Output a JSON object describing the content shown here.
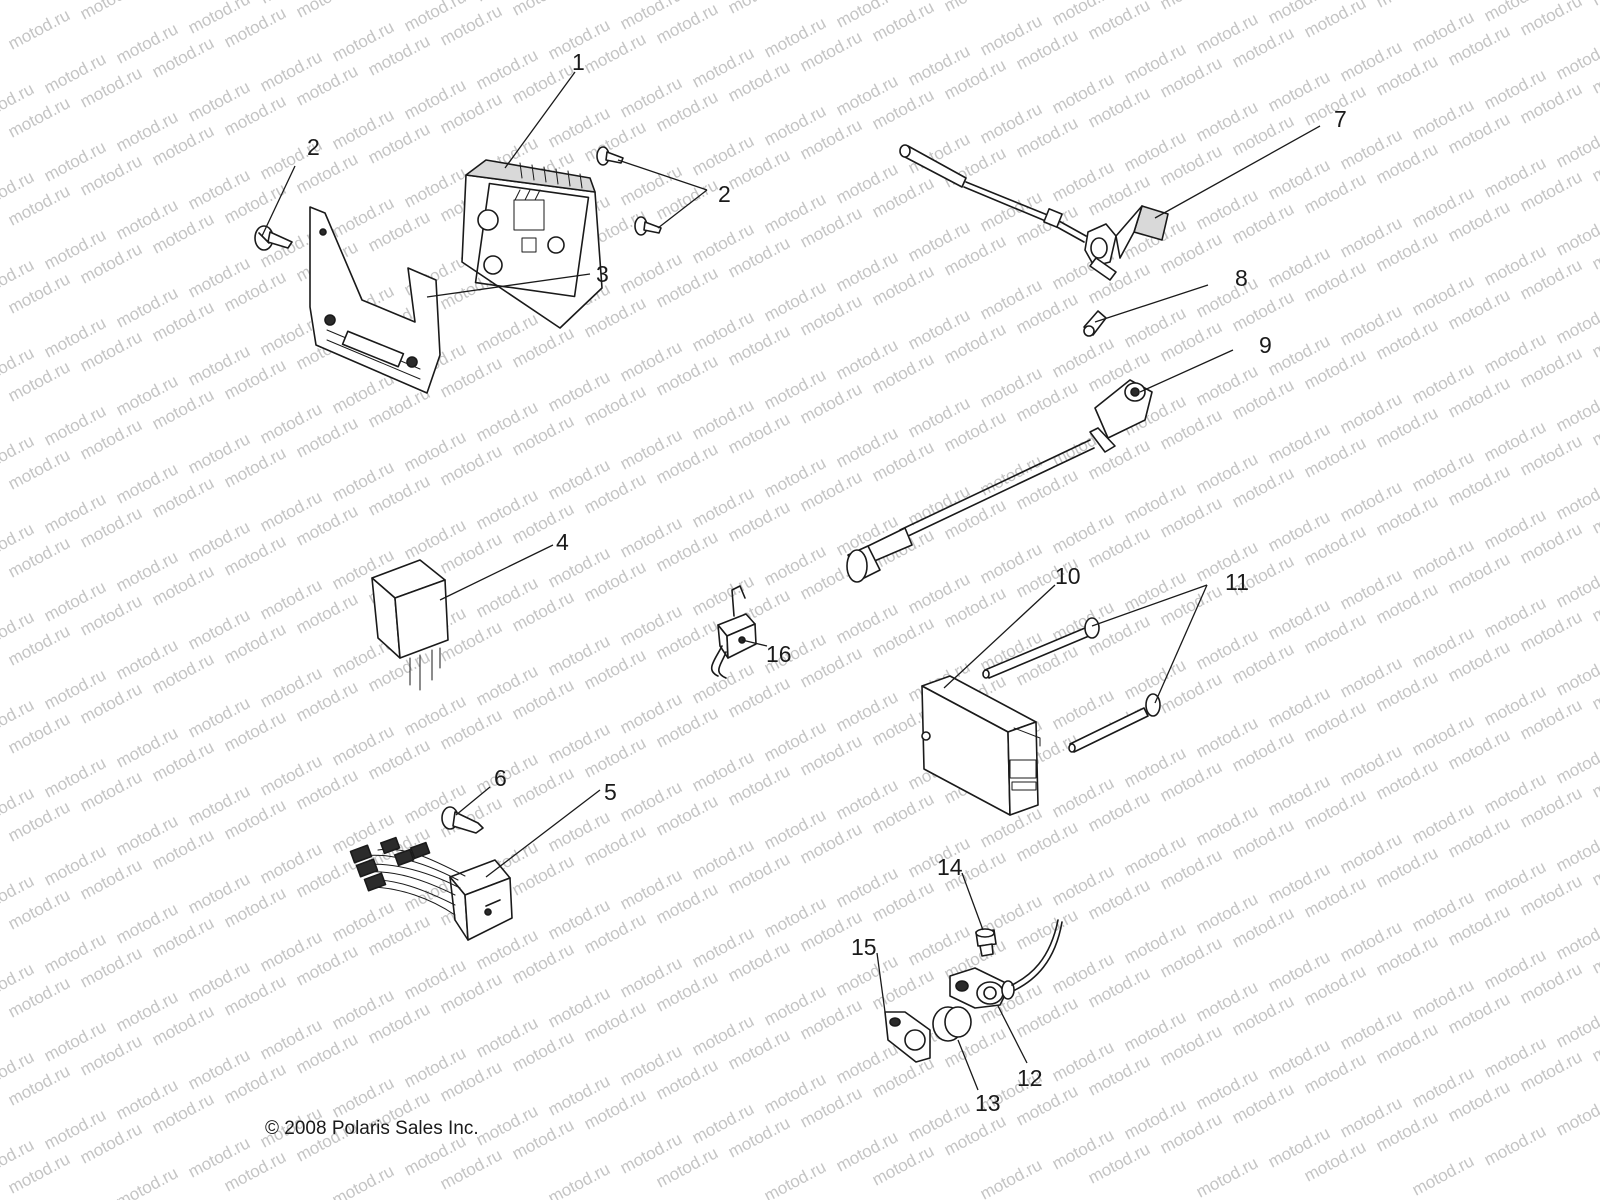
{
  "watermark": {
    "text": "motod.ru"
  },
  "callouts": [
    "1",
    "2",
    "2",
    "3",
    "4",
    "5",
    "6",
    "7",
    "8",
    "9",
    "10",
    "11",
    "12",
    "13",
    "14",
    "15",
    "16"
  ],
  "copyright": "© 2008 Polaris Sales Inc."
}
